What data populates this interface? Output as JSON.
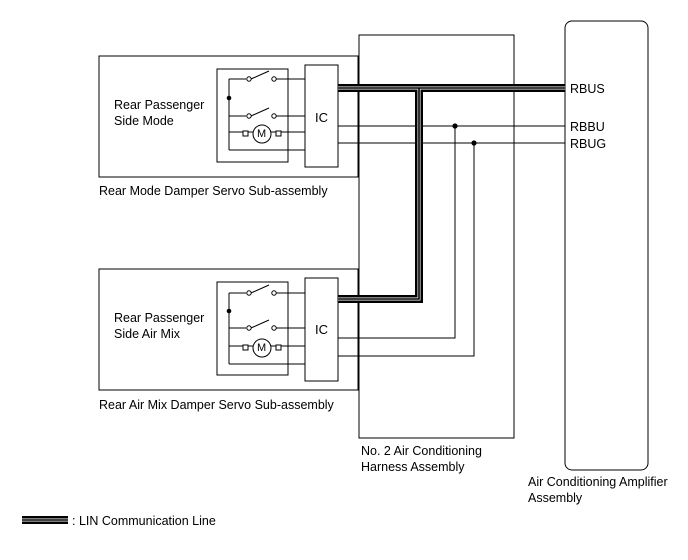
{
  "components": {
    "mode_servo": {
      "inner_label_line1": "Rear Passenger",
      "inner_label_line2": "Side Mode",
      "ic_label": "IC",
      "motor_label": "M",
      "caption": "Rear Mode Damper Servo Sub-assembly"
    },
    "airmix_servo": {
      "inner_label_line1": "Rear Passenger",
      "inner_label_line2": "Side Air Mix",
      "ic_label": "IC",
      "motor_label": "M",
      "caption": "Rear Air Mix Damper Servo Sub-assembly"
    },
    "harness": {
      "caption_line1": "No. 2 Air Conditioning",
      "caption_line2": "Harness Assembly"
    },
    "amplifier": {
      "caption_line1": "Air Conditioning Amplifier",
      "caption_line2": "Assembly"
    }
  },
  "signals": {
    "rbus": "RBUS",
    "rbbu": "RBBU",
    "rbug": "RBUG"
  },
  "legend": {
    "lin_label": ": LIN Communication Line"
  },
  "colors": {
    "line": "#000000",
    "background": "#ffffff"
  }
}
